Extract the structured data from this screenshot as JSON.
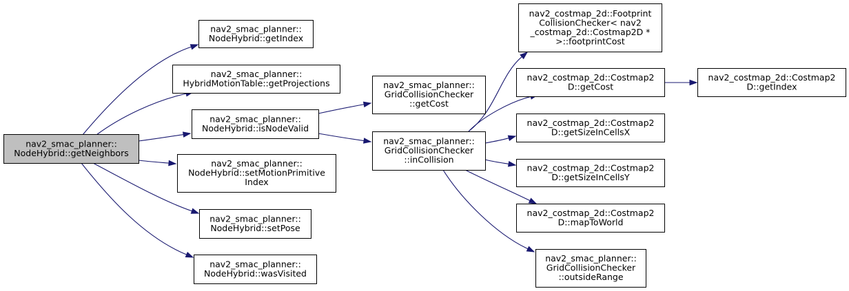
{
  "diagram": {
    "colors": {
      "edge": "#191970",
      "root_fill": "#bfbfbf",
      "node_fill": "#ffffff",
      "border": "#000000"
    },
    "nodes": [
      {
        "id": "getNeighbors",
        "lines": [
          "nav2_smac_planner::",
          "NodeHybrid::getNeighbors"
        ],
        "root": true
      },
      {
        "id": "getIndex",
        "lines": [
          "nav2_smac_planner::",
          "NodeHybrid::getIndex"
        ]
      },
      {
        "id": "getProjections",
        "lines": [
          "nav2_smac_planner::",
          "HybridMotionTable::getProjections"
        ]
      },
      {
        "id": "isNodeValid",
        "lines": [
          "nav2_smac_planner::",
          "NodeHybrid::isNodeValid"
        ]
      },
      {
        "id": "setMotionPrimitiveIndex",
        "lines": [
          "nav2_smac_planner::",
          "NodeHybrid::setMotionPrimitive",
          "Index"
        ]
      },
      {
        "id": "setPose",
        "lines": [
          "nav2_smac_planner::",
          "NodeHybrid::setPose"
        ]
      },
      {
        "id": "wasVisited",
        "lines": [
          "nav2_smac_planner::",
          "NodeHybrid::wasVisited"
        ]
      },
      {
        "id": "gccGetCost",
        "lines": [
          "nav2_smac_planner::",
          "GridCollisionChecker",
          "::getCost"
        ]
      },
      {
        "id": "inCollision",
        "lines": [
          "nav2_smac_planner::",
          "GridCollisionChecker",
          "::inCollision"
        ]
      },
      {
        "id": "footprintCost",
        "lines": [
          "nav2_costmap_2d::Footprint",
          "CollisionChecker< nav2",
          "_costmap_2d::Costmap2D *",
          ">::footprintCost"
        ]
      },
      {
        "id": "costmapGetCost",
        "lines": [
          "nav2_costmap_2d::Costmap2",
          "D::getCost"
        ]
      },
      {
        "id": "getSizeInCellsX",
        "lines": [
          "nav2_costmap_2d::Costmap2",
          "D::getSizeInCellsX"
        ]
      },
      {
        "id": "getSizeInCellsY",
        "lines": [
          "nav2_costmap_2d::Costmap2",
          "D::getSizeInCellsY"
        ]
      },
      {
        "id": "mapToWorld",
        "lines": [
          "nav2_costmap_2d::Costmap2",
          "D::mapToWorld"
        ]
      },
      {
        "id": "outsideRange",
        "lines": [
          "nav2_smac_planner::",
          "GridCollisionChecker",
          "::outsideRange"
        ]
      },
      {
        "id": "costmapGetIndex",
        "lines": [
          "nav2_costmap_2d::Costmap2",
          "D::getIndex"
        ]
      }
    ],
    "edges": [
      {
        "from": "getNeighbors",
        "to": "getIndex"
      },
      {
        "from": "getNeighbors",
        "to": "getProjections"
      },
      {
        "from": "getNeighbors",
        "to": "isNodeValid"
      },
      {
        "from": "getNeighbors",
        "to": "setMotionPrimitiveIndex"
      },
      {
        "from": "getNeighbors",
        "to": "setPose"
      },
      {
        "from": "getNeighbors",
        "to": "wasVisited"
      },
      {
        "from": "isNodeValid",
        "to": "gccGetCost"
      },
      {
        "from": "isNodeValid",
        "to": "inCollision"
      },
      {
        "from": "inCollision",
        "to": "footprintCost"
      },
      {
        "from": "inCollision",
        "to": "costmapGetCost"
      },
      {
        "from": "inCollision",
        "to": "getSizeInCellsX"
      },
      {
        "from": "inCollision",
        "to": "getSizeInCellsY"
      },
      {
        "from": "inCollision",
        "to": "mapToWorld"
      },
      {
        "from": "inCollision",
        "to": "outsideRange"
      },
      {
        "from": "costmapGetCost",
        "to": "costmapGetIndex"
      }
    ]
  }
}
